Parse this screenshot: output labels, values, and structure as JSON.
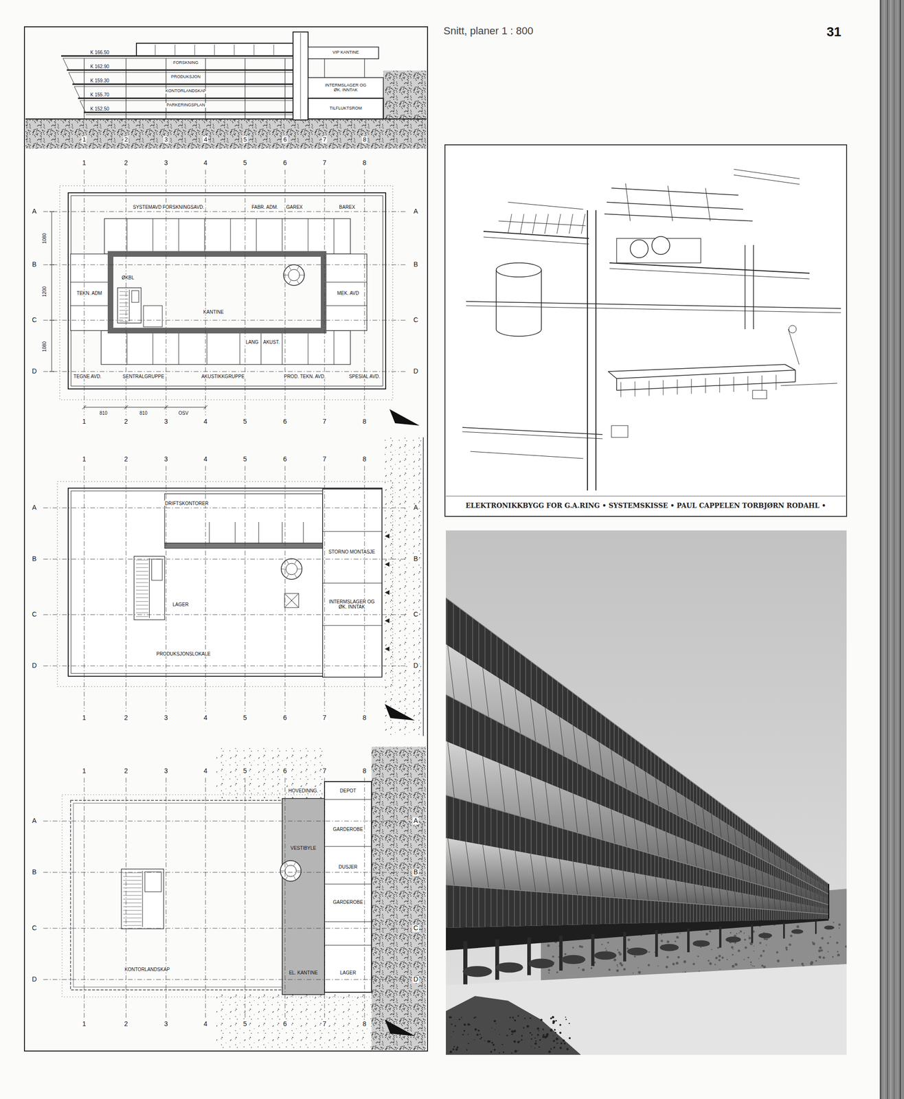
{
  "diagram": {
    "title": "Snitt, planer 1 : 800",
    "labels": [
      "31",
      "K 166.50",
      "K 162.90",
      "K 159.30",
      "K 155.70",
      "K 152.50",
      "FORSKNING",
      "PRODUKSJON",
      "KONTORLANDSKAP",
      "PARKERINGSPLAN",
      "VIP KANTINE",
      "INTERMSLAGER OG ØK. INNTAK",
      "TILFLUKTSROM",
      "1",
      "2",
      "3",
      "4",
      "5",
      "6",
      "7",
      "8",
      "1",
      "2",
      "3",
      "4",
      "5",
      "6",
      "7",
      "8",
      "A",
      "B",
      "C",
      "D",
      "A",
      "B",
      "C",
      "D",
      "1",
      "2",
      "3",
      "4",
      "5",
      "6",
      "7",
      "8",
      "SYSTEMAVD",
      "FORSKNINGSAVD.",
      "FABR. ADM.",
      "GAREX",
      "BAREX",
      "TEKN. ADM",
      "ØKBL",
      "KANTINE",
      "MEK. AVD",
      "LANG",
      "AKUST.",
      "TEGNE AVD.",
      "SENTRALGRUPPE",
      "AKUSTIKKGRUPPE",
      "PROD. TEKN. AVD.",
      "SPESIAL AVD.",
      "1080",
      "1200",
      "1080",
      "810",
      "810",
      "OSV",
      "1",
      "2",
      "3",
      "4",
      "5",
      "6",
      "7",
      "8",
      "A",
      "B",
      "C",
      "D",
      "A",
      "B",
      "C",
      "D",
      "1",
      "2",
      "3",
      "4",
      "5",
      "6",
      "7",
      "8",
      "DRIFTSKONTORER",
      "STORNO MONTASJE",
      "LAGER",
      "INTERMSLAGER OG ØK. INNTAK",
      "PRODUKSJONSLOKALE",
      "1",
      "2",
      "3",
      "4",
      "5",
      "6",
      "7",
      "8",
      "A",
      "B",
      "C",
      "D",
      "A",
      "B",
      "C",
      "D",
      "1",
      "2",
      "3",
      "4",
      "5",
      "6",
      "7",
      "8",
      "HOVEDINNG.",
      "DEPOT",
      "VESTIBYLE",
      "GARDEROBE",
      "DUSJER",
      "GARDEROBE",
      "KONTORLANDSKAP",
      "EL. KANTINE",
      "LAGER",
      "ELEKTRONIKKBYGG FOR G.A.RING • SYSTEMSKISSE • PAUL CAPPELEN TORBJØRN RODAHL •"
    ]
  }
}
